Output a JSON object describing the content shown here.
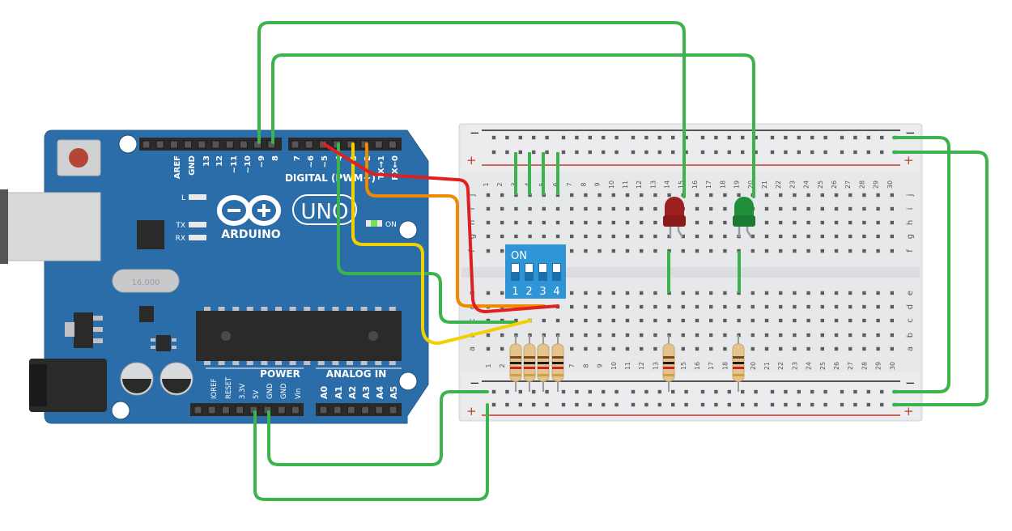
{
  "arduino": {
    "brand": "ARDUINO",
    "model": "UNO",
    "digital_label": "DIGITAL (PWM~)",
    "power_label": "POWER",
    "analog_label": "ANALOG IN",
    "on_label": "ON",
    "l_label": "L",
    "tx_label": "TX",
    "rx_label": "RX",
    "crystal_label": "16.000",
    "digital_pins": [
      "AREF",
      "GND",
      "13",
      "12",
      "~11",
      "~10",
      "~9",
      "8",
      "7",
      "~6",
      "~5",
      "4",
      "~3",
      "2",
      "TX→1",
      "RX←0"
    ],
    "power_pins": [
      "IOREF",
      "RESET",
      "3.3V",
      "5V",
      "GND",
      "GND",
      "Vin"
    ],
    "analog_pins": [
      "A0",
      "A1",
      "A2",
      "A3",
      "A4",
      "A5"
    ]
  },
  "breadboard": {
    "columns": [
      "1",
      "2",
      "3",
      "4",
      "5",
      "6",
      "7",
      "8",
      "9",
      "10",
      "11",
      "12",
      "13",
      "14",
      "15",
      "16",
      "17",
      "18",
      "19",
      "20",
      "21",
      "22",
      "23",
      "24",
      "25",
      "26",
      "27",
      "28",
      "29",
      "30"
    ],
    "rows_top": [
      "j",
      "i",
      "h",
      "g",
      "f"
    ],
    "rows_bottom": [
      "e",
      "d",
      "c",
      "b",
      "a"
    ],
    "rail_minus": "−",
    "rail_plus": "+"
  },
  "dip_switch": {
    "label": "ON",
    "positions": [
      "1",
      "2",
      "3",
      "4"
    ]
  },
  "components": {
    "led_red_color": "#c0392b",
    "led_green_color": "#27ae60"
  },
  "colors": {
    "board": "#2b6da8",
    "wire_green": "#3cb44b",
    "wire_red": "#e02020",
    "wire_orange": "#f08a00",
    "wire_yellow": "#f2d100"
  }
}
